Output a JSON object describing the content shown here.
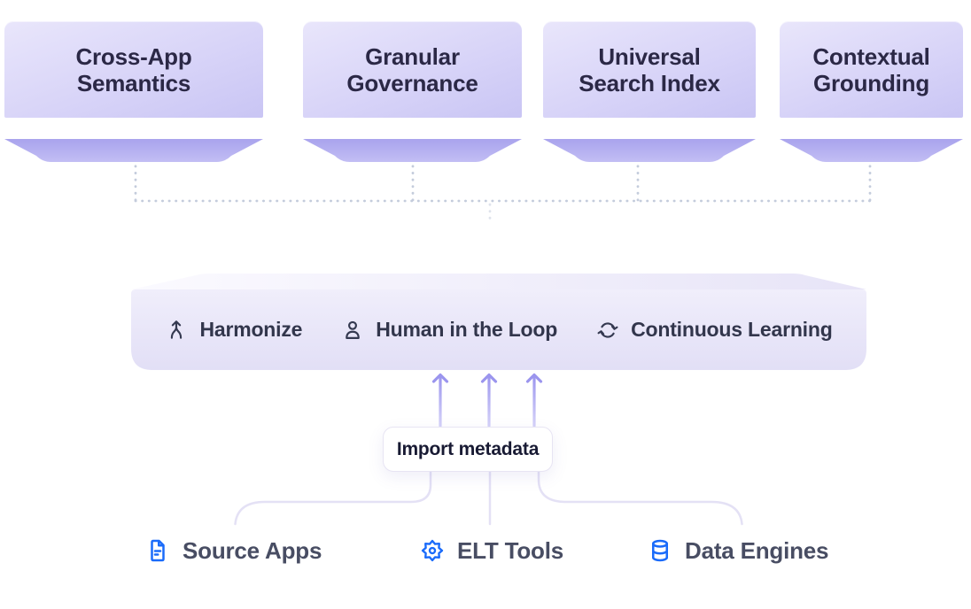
{
  "feature_boxes": [
    {
      "line1": "Cross-App",
      "line2": "Semantics"
    },
    {
      "line1": "Granular",
      "line2": "Governance"
    },
    {
      "line1": "Universal",
      "line2": "Search Index"
    },
    {
      "line1": "Contextual",
      "line2": "Grounding"
    }
  ],
  "platform": {
    "items": [
      {
        "icon": "merge-icon",
        "label": "Harmonize"
      },
      {
        "icon": "person-icon",
        "label": "Human in the Loop"
      },
      {
        "icon": "sync-icon",
        "label": "Continuous Learning"
      }
    ]
  },
  "import_badge": {
    "label": "Import metadata"
  },
  "sources": [
    {
      "icon": "document-icon",
      "label": "Source Apps"
    },
    {
      "icon": "gear-icon",
      "label": "ELT Tools"
    },
    {
      "icon": "database-icon",
      "label": "Data Engines"
    }
  ],
  "colors": {
    "accent_blue": "#1a6bfa",
    "box_text": "#2b2846",
    "box_gradient_top": "#e9e6fb",
    "box_gradient_bottom": "#c9c5f4",
    "bevel_top": "#a9a3ed",
    "bevel_bottom": "#c2bef4",
    "platform_face": "#e9e6f8",
    "arrow": "#9b95ee",
    "dotted_line": "#c4ccdc",
    "connector_curve": "#e4e1f5",
    "bar_text": "#32364c",
    "source_text": "#484d63"
  }
}
